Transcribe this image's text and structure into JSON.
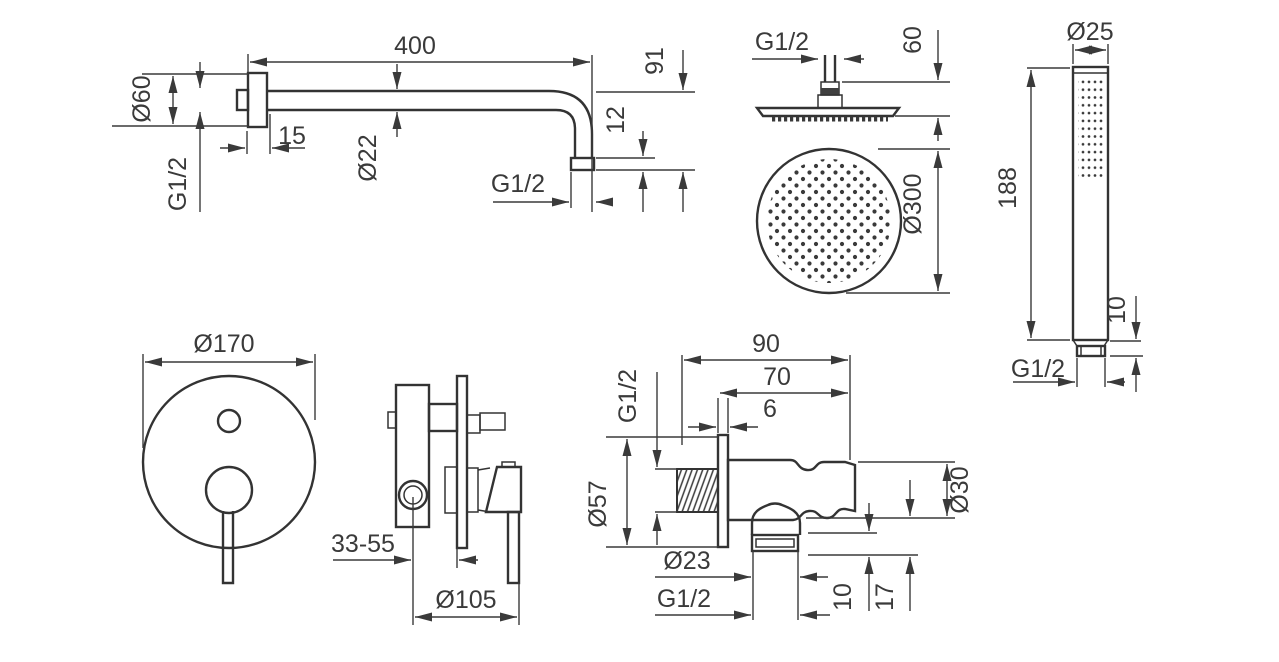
{
  "drawing": {
    "background": "#ffffff",
    "line_color": "#3a3a3a",
    "text_color": "#3a3a3a",
    "views": {
      "shower_arm": {
        "label": "wall shower arm side view",
        "dims": {
          "length": "400",
          "flange_diameter": "Ø60",
          "wall_thread": "G1/2",
          "flange_depth": "15",
          "pipe_diameter": "Ø22",
          "drop_height": "91",
          "outlet_nut_height": "12",
          "outlet_thread": "G1/2"
        }
      },
      "head_shower": {
        "label": "overhead rain shower side and face view",
        "dims": {
          "connector_thread": "G1/2",
          "connector_height": "60",
          "head_diameter": "Ø300"
        }
      },
      "hand_shower": {
        "label": "stick hand shower front view",
        "dims": {
          "diameter": "Ø25",
          "length": "188",
          "nut_height": "10",
          "thread": "G1/2"
        }
      },
      "mixer_front": {
        "label": "concealed mixer front view",
        "dims": {
          "plate_diameter": "Ø170"
        }
      },
      "mixer_side": {
        "label": "concealed mixer side view",
        "dims": {
          "mounting_depth": "33-55",
          "rosette_diameter": "Ø105"
        }
      },
      "wall_elbow": {
        "label": "wall elbow with hand shower holder",
        "dims": {
          "total_depth": "90",
          "body_depth": "70",
          "plate_thickness": "6",
          "inlet_thread": "G1/2",
          "plate_diameter": "Ø57",
          "outlet_diameter": "Ø23",
          "outlet_thread": "G1/2",
          "holder_diameter": "Ø30",
          "nut_height": "10",
          "outlet_depth": "17"
        }
      }
    }
  }
}
